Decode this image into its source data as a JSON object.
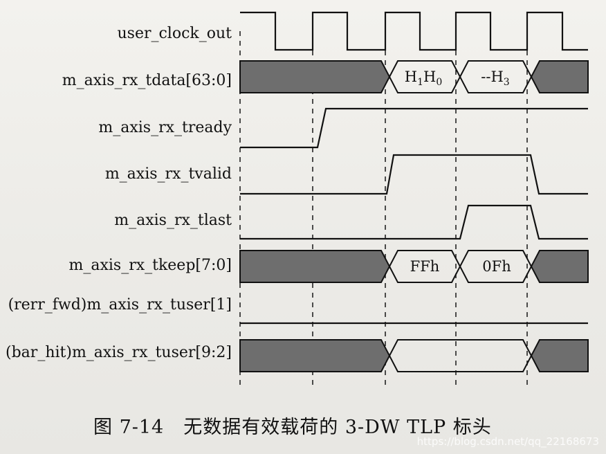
{
  "signals": [
    {
      "id": "clk",
      "label": "user_clock_out"
    },
    {
      "id": "tdata",
      "label": "m_axis_rx_tdata[63:0]"
    },
    {
      "id": "tready",
      "label": "m_axis_rx_tready"
    },
    {
      "id": "tvalid",
      "label": "m_axis_rx_tvalid"
    },
    {
      "id": "tlast",
      "label": "m_axis_rx_tlast"
    },
    {
      "id": "tkeep",
      "label": "m_axis_rx_tkeep[7:0]"
    },
    {
      "id": "tuser1",
      "label": "(rerr_fwd)m_axis_rx_tuser[1]"
    },
    {
      "id": "tuser92",
      "label": "(bar_hit)m_axis_rx_tuser[9:2]"
    }
  ],
  "values": {
    "tdata_beat1_main": "H",
    "tdata_beat1_sub1": "1",
    "tdata_beat1_mid": "H",
    "tdata_beat1_sub2": "0",
    "tdata_beat2_main": "--H",
    "tdata_beat2_sub": "3",
    "tkeep_beat1": "FFh",
    "tkeep_beat2": "0Fh"
  },
  "caption": {
    "figure_number": "图 7-14",
    "title": "无数据有效载荷的 3-DW TLP 标头"
  },
  "watermark": "https://blog.csdn.net/qq_22168673",
  "colors": {
    "line": "#111111",
    "shade": "#6e6e6e",
    "background": "#efeeea"
  }
}
